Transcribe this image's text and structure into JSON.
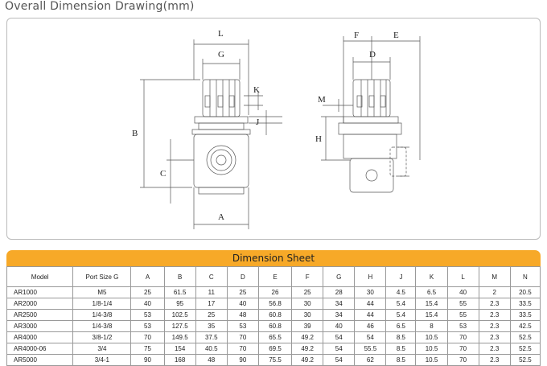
{
  "page": {
    "title": "Overall Dimension Drawing(mm)"
  },
  "drawing": {
    "labels": {
      "L": "L",
      "G": "G",
      "K": "K",
      "B": "B",
      "J": "J",
      "C": "C",
      "A": "A",
      "F": "F",
      "E": "E",
      "D": "D",
      "M": "M",
      "H": "H"
    }
  },
  "sheet": {
    "title": "Dimension Sheet",
    "columns": [
      "Model",
      "Port Size G",
      "A",
      "B",
      "C",
      "D",
      "E",
      "F",
      "G",
      "H",
      "J",
      "K",
      "L",
      "M",
      "N"
    ],
    "rows": [
      [
        "AR1000",
        "M5",
        "25",
        "61.5",
        "11",
        "25",
        "26",
        "25",
        "28",
        "30",
        "4.5",
        "6.5",
        "40",
        "2",
        "20.5"
      ],
      [
        "AR2000",
        "1/8-1/4",
        "40",
        "95",
        "17",
        "40",
        "56.8",
        "30",
        "34",
        "44",
        "5.4",
        "15.4",
        "55",
        "2.3",
        "33.5"
      ],
      [
        "AR2500",
        "1/4-3/8",
        "53",
        "102.5",
        "25",
        "48",
        "60.8",
        "30",
        "34",
        "44",
        "5.4",
        "15.4",
        "55",
        "2.3",
        "33.5"
      ],
      [
        "AR3000",
        "1/4-3/8",
        "53",
        "127.5",
        "35",
        "53",
        "60.8",
        "39",
        "40",
        "46",
        "6.5",
        "8",
        "53",
        "2.3",
        "42.5"
      ],
      [
        "AR4000",
        "3/8-1/2",
        "70",
        "149.5",
        "37.5",
        "70",
        "65.5",
        "49.2",
        "54",
        "54",
        "8.5",
        "10.5",
        "70",
        "2.3",
        "52.5"
      ],
      [
        "AR4000-06",
        "3/4",
        "75",
        "154",
        "40.5",
        "70",
        "69.5",
        "49.2",
        "54",
        "55.5",
        "8.5",
        "10.5",
        "70",
        "2.3",
        "52.5"
      ],
      [
        "AR5000",
        "3/4-1",
        "90",
        "168",
        "48",
        "90",
        "75.5",
        "49.2",
        "54",
        "62",
        "8.5",
        "10.5",
        "70",
        "2.3",
        "52.5"
      ]
    ]
  }
}
